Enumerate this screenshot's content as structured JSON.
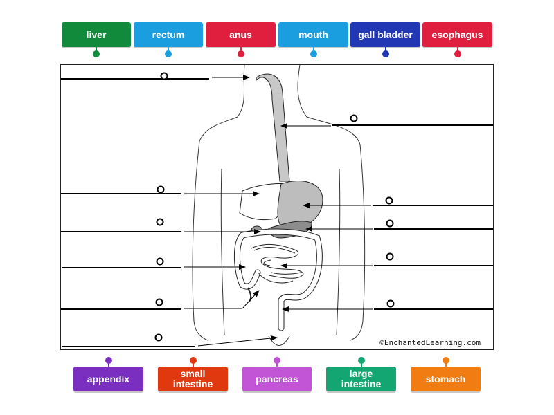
{
  "top_labels": [
    {
      "text": "liver",
      "color": "#128a3c"
    },
    {
      "text": "rectum",
      "color": "#1a9ee0"
    },
    {
      "text": "anus",
      "color": "#e01f3e"
    },
    {
      "text": "mouth",
      "color": "#1a9ee0"
    },
    {
      "text": "gall bladder",
      "color": "#2137b3"
    },
    {
      "text": "esophagus",
      "color": "#e01f3e"
    }
  ],
  "bottom_labels": [
    {
      "text": "appendix",
      "color": "#7a2fc0"
    },
    {
      "text": "small intestine",
      "color": "#e0380f"
    },
    {
      "text": "pancreas",
      "color": "#c254d6"
    },
    {
      "text": "large intestine",
      "color": "#14a672"
    },
    {
      "text": "stomach",
      "color": "#f07c12"
    }
  ],
  "diagram": {
    "credit": "©EnchantedLearning.com"
  }
}
